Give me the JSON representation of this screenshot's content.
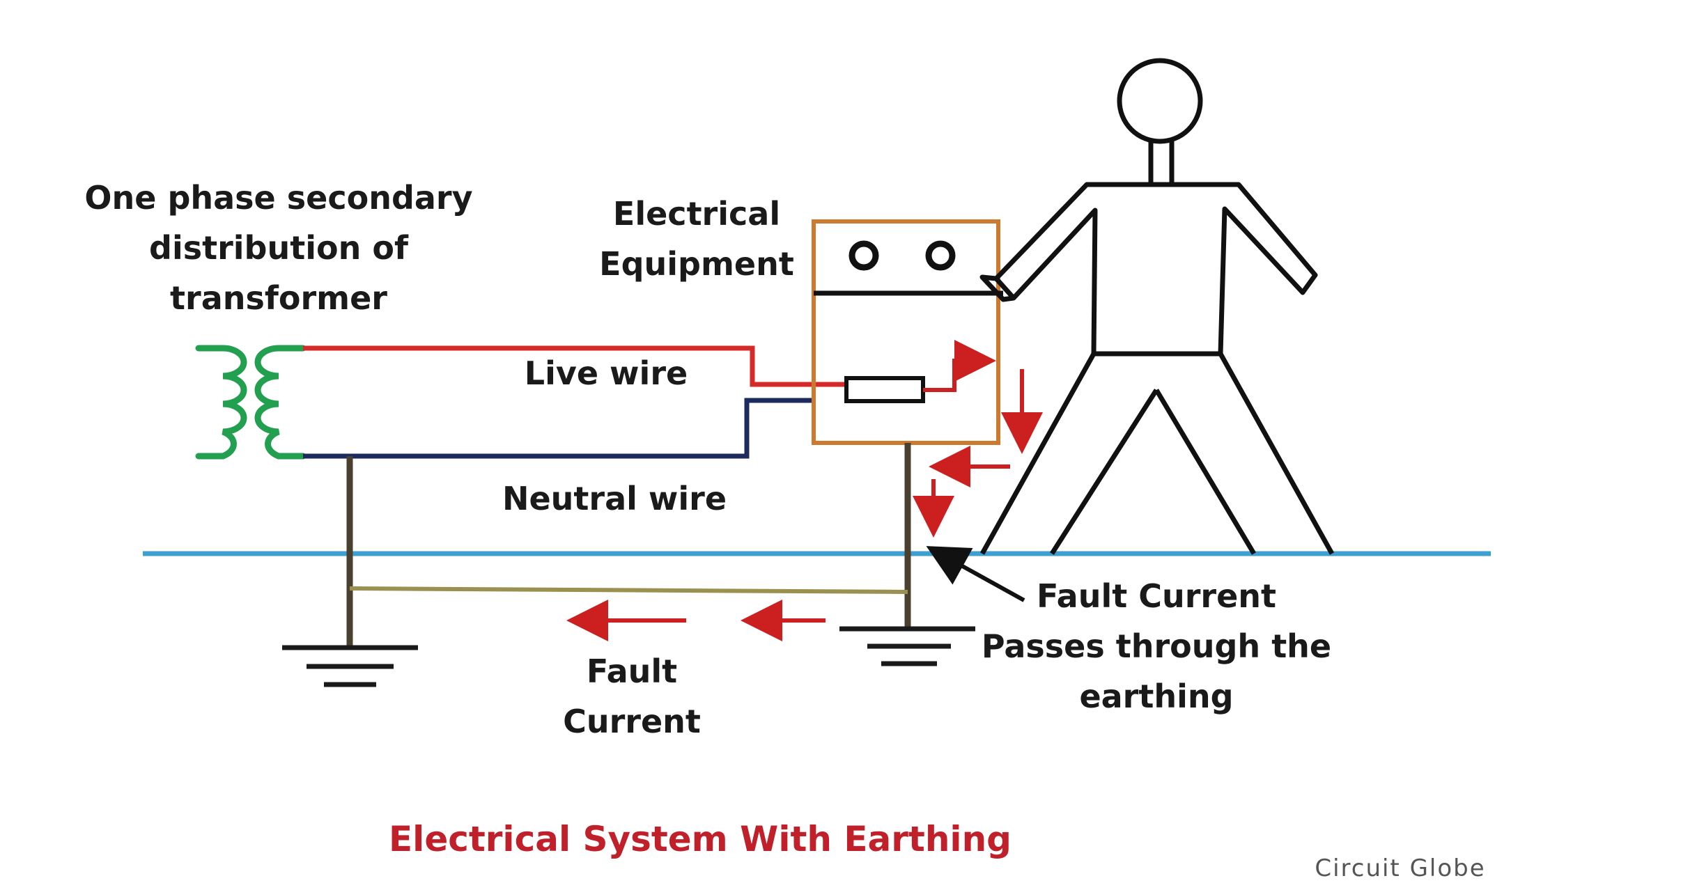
{
  "labels": {
    "transformer_line1": "One phase secondary",
    "transformer_line2": "distribution of",
    "transformer_line3": "transformer",
    "equipment_line1": "Electrical",
    "equipment_line2": "Equipment",
    "live_wire": "Live wire",
    "neutral_wire": "Neutral wire",
    "fault_current_ground_line1": "Fault",
    "fault_current_ground_line2": "Current",
    "fault_current_earthing_line1": "Fault Current",
    "fault_current_earthing_line2": "Passes through the",
    "fault_current_earthing_line3": "earthing"
  },
  "title": "Electrical System With Earthing",
  "watermark": "Circuit Globe",
  "colors": {
    "live": "#d42a2a",
    "neutral": "#1c2a5e",
    "transformer": "#22a050",
    "ground_line": "#3fa0d0",
    "enclosure": "#cc7a30",
    "earth_rod": "#4a4030",
    "earth_conductor": "#9a9050",
    "arrow": "#cc1f1f",
    "title": "#c0202a",
    "watermark": "#555555"
  }
}
